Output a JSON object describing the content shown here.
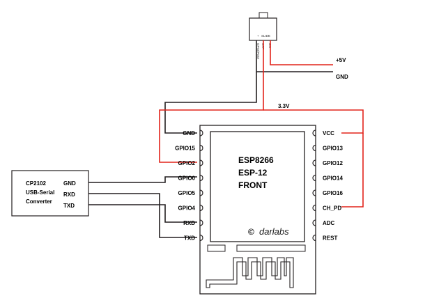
{
  "colors": {
    "red_wire": "#e2231a",
    "black_wire": "#231f20",
    "outline": "#231f20",
    "text": "#000000"
  },
  "switch": {
    "pins": [
      "+",
      "SLIDE",
      "-"
    ],
    "labels_left": [
      "GPIO/PGM",
      "OFF",
      "ON"
    ]
  },
  "supply": {
    "plus5v": "+5V",
    "gnd": "GND",
    "v33": "3.3V"
  },
  "converter": {
    "name_lines": [
      "CP2102",
      "USB-Serial",
      "Converter"
    ],
    "pins": [
      "GND",
      "RXD",
      "TXD"
    ]
  },
  "module": {
    "title_lines": [
      "ESP8266",
      "ESP-12",
      "FRONT"
    ],
    "brand": "darlabs",
    "copyright": "©",
    "left_pins": [
      "GND",
      "GPIO15",
      "GPIO2",
      "GPIO0",
      "GPIO5",
      "GPIO4",
      "RXD",
      "TXD"
    ],
    "right_pins": [
      "VCC",
      "GPIO13",
      "GPIO12",
      "GPIO14",
      "GPIO16",
      "CH_PD",
      "ADC",
      "REST"
    ]
  }
}
